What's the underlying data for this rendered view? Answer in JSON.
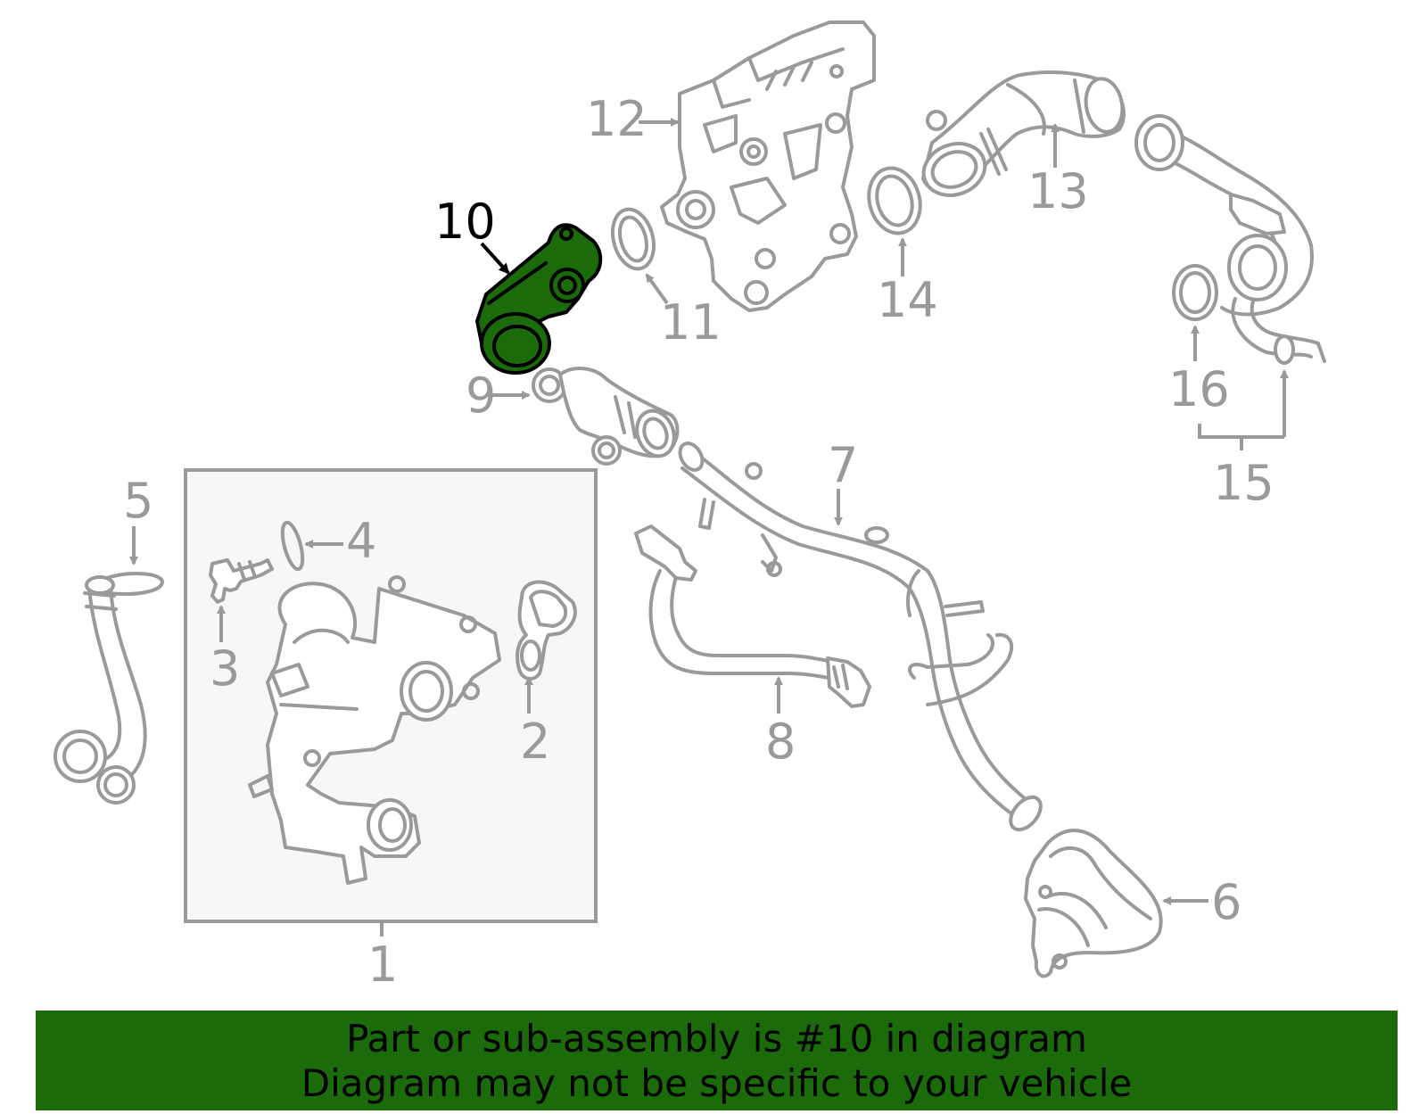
{
  "diagram": {
    "highlighted_part": "10",
    "callouts": [
      "1",
      "2",
      "3",
      "4",
      "5",
      "6",
      "7",
      "8",
      "9",
      "10",
      "11",
      "12",
      "13",
      "14",
      "15",
      "16"
    ]
  },
  "banner": {
    "line1": "Part or sub-assembly is #10 in diagram",
    "line2": "Diagram may not be specific to your vehicle"
  },
  "colors": {
    "highlight": "#1b6b0a",
    "part_lines": "#9a9a9a",
    "box_fill": "#f7f7f7"
  }
}
